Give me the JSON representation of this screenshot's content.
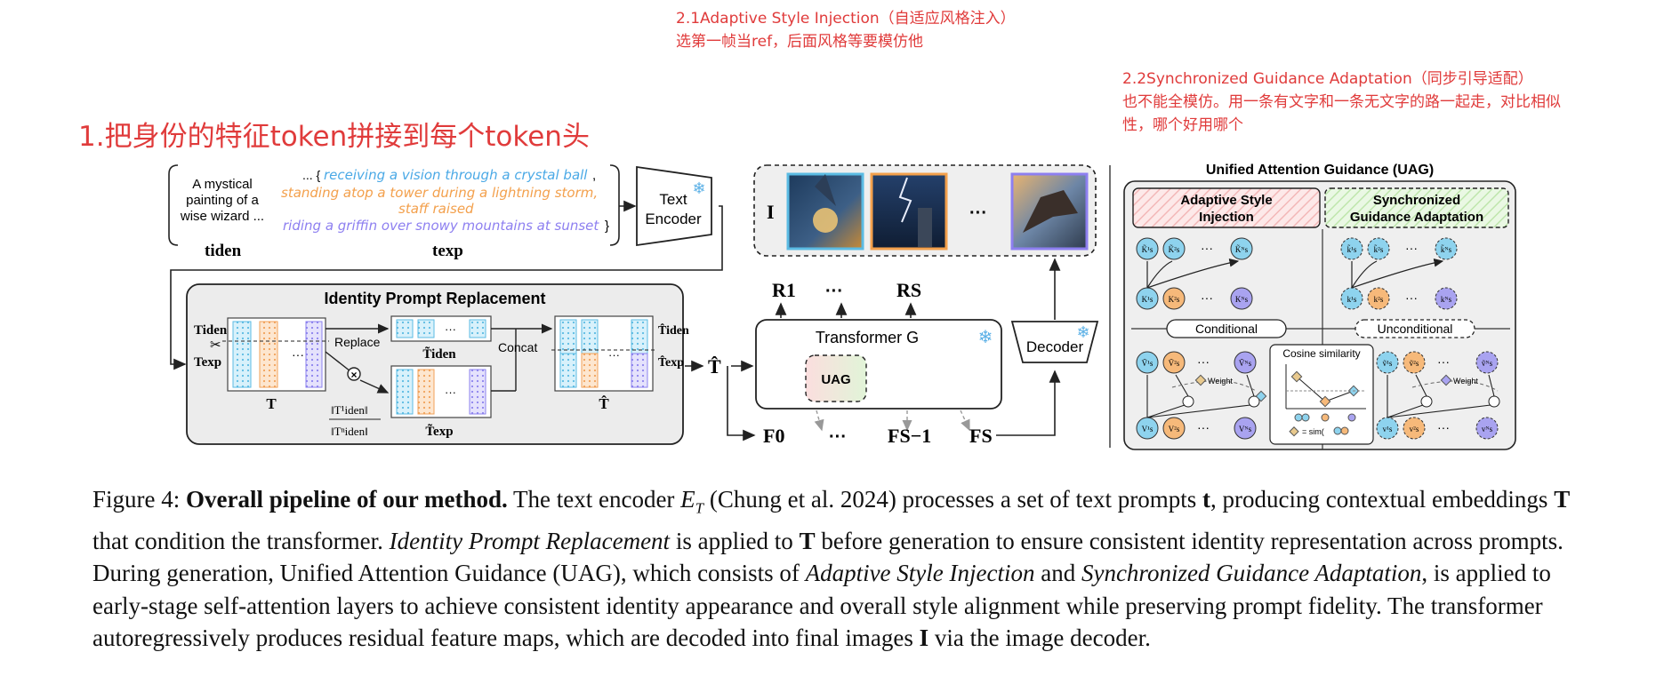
{
  "notes": {
    "ais_title": "2.1Adaptive Style Injection（自适应风格注入）",
    "ais_desc": "选第一帧当ref，后面风格等要模仿他",
    "sga_title": "2.2Synchronized Guidance Adaptation（同步引导适配）",
    "sga_desc_line1": "也不能全模仿。用一条有文字和一条无文字的路一起走，对比相似",
    "sga_desc_line2": "性，哪个好用哪个",
    "identity_note": "1.把身份的特征token拼接到每个token头"
  },
  "figure": {
    "prompt": {
      "iden_text_line1": "A mystical",
      "iden_text_line2": "painting of a",
      "iden_text_line3": "wise wizard ...",
      "exp_prefix": "... {",
      "exp_1": "receiving a vision through a crystal ball",
      "exp_1_sep": ",",
      "exp_2": "standing atop a tower during a lightning storm,",
      "exp_2b": "staff raised",
      "exp_3": "riding a griffin over snowy mountains at sunset",
      "exp_suffix": "}",
      "label_iden": "tiden",
      "label_exp": "texp"
    },
    "text_encoder": "Text Encoder",
    "images_label": "I",
    "ellipsis": "...",
    "ipr": {
      "title": "Identity Prompt Replacement",
      "t_iden": "Tiden",
      "t_exp": "Texp",
      "replace": "Replace",
      "concat": "Concat",
      "t_label": "T",
      "that_iden": "T̂iden",
      "that_exp": "T̂exp",
      "tilde_iden": "T̃iden",
      "tilde_exp": "T̃exp",
      "that": "T̂",
      "norm_top": "‖T¹iden‖",
      "norm_bottom": "‖Tⁿiden‖"
    },
    "transformer": {
      "label": "Transformer G",
      "uag": "UAG",
      "r1": "R1",
      "rs": "RS",
      "dots": "···",
      "f0": "F0",
      "fs1": "FS−1",
      "fs": "FS",
      "that": "T̂"
    },
    "decoder": "Decoder",
    "uag": {
      "title": "Unified Attention Guidance (UAG)",
      "ais": "Adaptive Style Injection",
      "sga": "Synchronized Guidance Adaptation",
      "conditional": "Conditional",
      "unconditional": "Unconditional",
      "cosine": "Cosine similarity",
      "weight": "Weight",
      "sim_label": "= sim(",
      "k_top": [
        "K̃¹s",
        "K̃²s",
        "K̃ᴺs"
      ],
      "k_bot": [
        "K¹s",
        "K²s",
        "Kᴺs"
      ],
      "v_top": [
        "Ṽ¹s",
        "Ṽ²s",
        "Ṽᴺs"
      ],
      "v_bot": [
        "V¹s",
        "V²s",
        "Vᴺs"
      ],
      "uk_top": [
        "k̃¹s",
        "k̃²s",
        "k̃ᴺs"
      ],
      "uk_bot": [
        "k¹s",
        "k²s",
        "kᴺs"
      ],
      "uv_top": [
        "ṽ¹s",
        "ṽ²s",
        "ṽᴺs"
      ],
      "uv_bot": [
        "v¹s",
        "v²s",
        "vᴺs"
      ]
    },
    "colors": {
      "blue": "#8ed3ee",
      "orange": "#f6b97a",
      "purple": "#a9a3f0",
      "exp_blue": "#4aa9e6",
      "exp_orange": "#f3a04c",
      "exp_purple": "#8d7ff0",
      "annotation_red": "#e03b3b"
    }
  },
  "caption": {
    "prefix": "Figure 4: ",
    "bold": "Overall pipeline of our method.",
    "s1": " The text encoder ",
    "s1_math": "E",
    "s1_sub": "T",
    "s2": " (Chung et al. 2024) processes a set of text prompts ",
    "s2_math": "t",
    "s3": ", producing contextual embeddings ",
    "s3_math": "T",
    "s4": " that condition the transformer. ",
    "s4_it": "Identity Prompt Replacement",
    "s5": " is applied to ",
    "s5_math": "T",
    "s6": " before generation to ensure consistent identity representation across prompts. During generation, Unified Attention Guidance (UAG), which consists of ",
    "s6_it": "Adaptive Style Injection",
    "s7": " and ",
    "s7_it": "Synchronized Guidance Adaptation",
    "s8": ", is applied to early-stage self-attention layers to achieve consistent identity appearance and overall style alignment while preserving prompt fidelity. The transformer autoregressively produces residual feature maps, which are decoded into final images ",
    "s8_math": "I",
    "s9": " via the image decoder."
  }
}
